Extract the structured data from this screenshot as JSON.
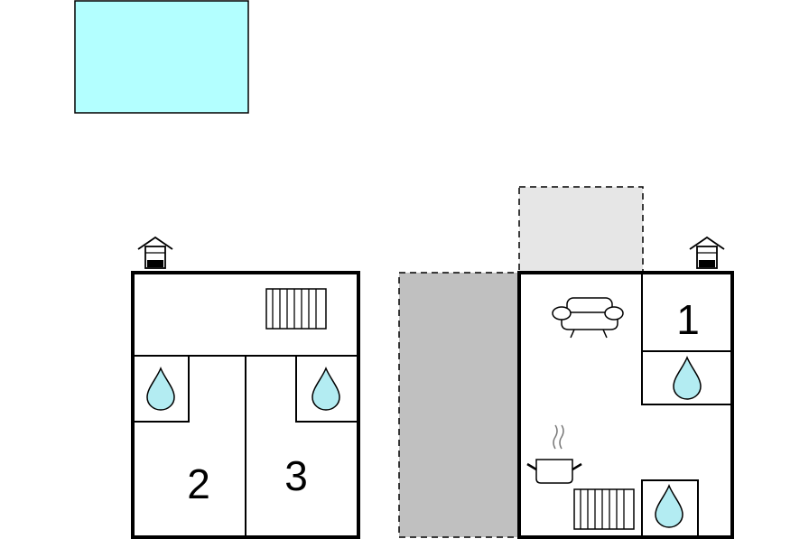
{
  "floorplan": {
    "colors": {
      "pool": "#b3ffff",
      "terrace_dark": "#c0c0c0",
      "terrace_light": "#e6e6e6",
      "water": "#b3ecf2",
      "wall": "#000000"
    },
    "icons": [
      "pool-area",
      "entrance-icon",
      "radiator-icon",
      "water-drop-icon",
      "sofa-icon",
      "cooking-pot-icon"
    ],
    "left_building": {
      "rooms": [
        {
          "label": "2"
        },
        {
          "label": "3"
        }
      ]
    },
    "right_building": {
      "rooms": [
        {
          "label": "1"
        }
      ]
    }
  }
}
